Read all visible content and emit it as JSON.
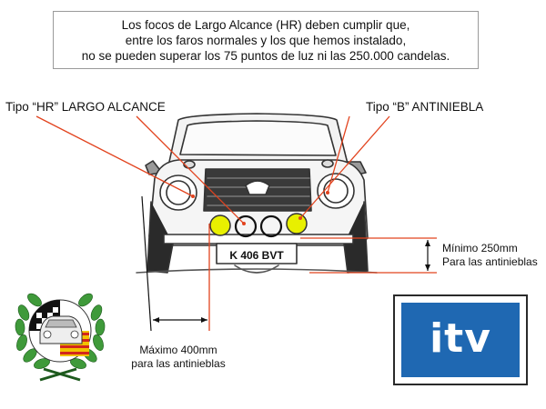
{
  "notice": {
    "line1": "Los focos de Largo Alcance (HR) deben cumplir que,",
    "line2": "entre los faros normales y los que hemos instalado,",
    "line3": "no se pueden superar los 75 puntos de luz ni las 250.000 candelas."
  },
  "labels": {
    "hr": "Tipo “HR” LARGO ALCANCE",
    "fog": "Tipo “B” ANTINIEBLA"
  },
  "measurements": {
    "min_height_line1": "Mínimo 250mm",
    "min_height_line2": "Para las antinieblas",
    "max_width_line1": "Máximo 400mm",
    "max_width_line2": "para las antinieblas"
  },
  "plate": {
    "text": "K 406 BVT"
  },
  "itv_logo": {
    "text": "itv"
  },
  "colors": {
    "pointer_red": "#e2431e",
    "fog_lamp_yellow": "#e8f000",
    "itv_blue": "#1f68b2",
    "sketch_line": "#333333"
  },
  "icons": {
    "car": "car-front-sketch-icon",
    "club_emblem": "laurel-wreath-emblem-icon",
    "itv": "itv-logo-icon"
  }
}
